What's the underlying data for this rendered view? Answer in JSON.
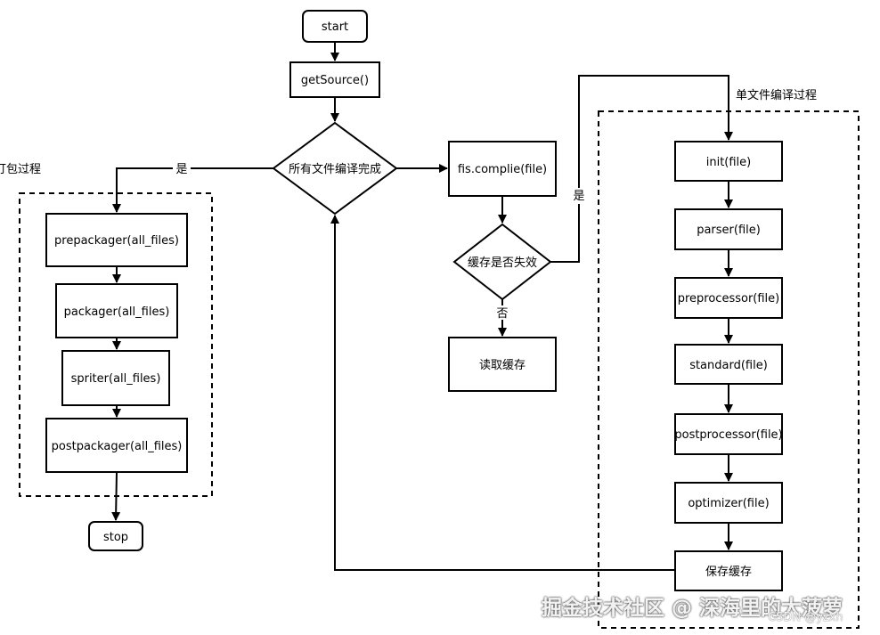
{
  "nodes": {
    "start": "start",
    "getsource": "getSource()",
    "decision_all_compiled": "所有文件编译完成",
    "fis_compile": "fis.complie(file)",
    "decision_cache_invalid": "缓存是否失效",
    "read_cache": "读取缓存",
    "prepackager": "prepackager(all_files)",
    "packager": "packager(all_files)",
    "spriter": "spriter(all_files)",
    "postpackager": "postpackager(all_files)",
    "stop": "stop",
    "init": "init(file)",
    "parser": "parser(file)",
    "preprocessor": "preprocessor(file)",
    "standard": "standard(file)",
    "postprocessor": "postprocessor(file)",
    "optimizer": "optimizer(file)",
    "save_cache": "保存缓存"
  },
  "groups": {
    "packaging": "打包过程",
    "single_file": "单文件编译过程"
  },
  "edge_labels": {
    "yes_left": "是",
    "yes_cache": "是",
    "no_cache": "否"
  },
  "watermark": {
    "main": "掘金技术社区 @ 深海里的大菠萝",
    "sub": "CSDN @yzxh"
  }
}
